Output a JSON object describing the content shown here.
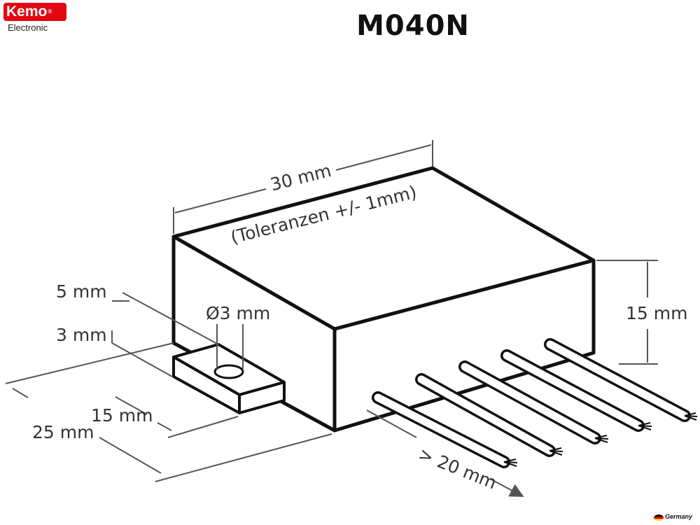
{
  "brand": {
    "name": "Kemo",
    "subtitle": "Electronic"
  },
  "title": "M040N",
  "dimensions": {
    "length": "30 mm",
    "tolerance": "(Toleranzen +/- 1mm)",
    "height": "15 mm",
    "hole_diameter": "Ø3 mm",
    "tab_offset": "5 mm",
    "tab_thickness": "3 mm",
    "tab_width": "15 mm",
    "depth": "25 mm",
    "wire_length": "> 20 mm"
  },
  "footer": {
    "origin": "Germany"
  },
  "colors": {
    "brand_red": "#e30613",
    "line": "#111111",
    "dim_line": "#555555"
  }
}
